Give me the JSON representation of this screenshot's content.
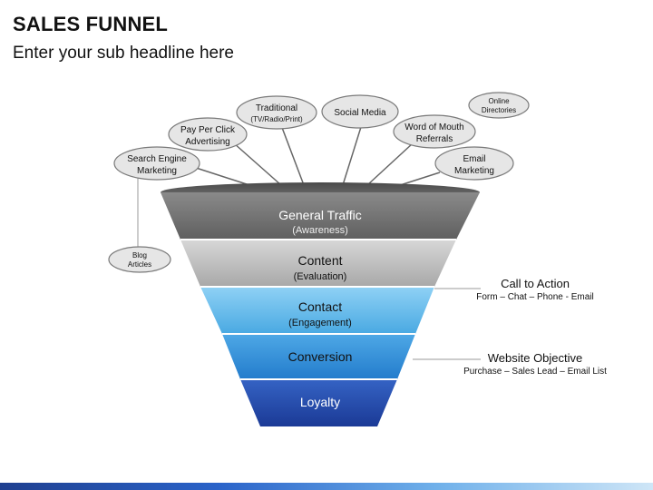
{
  "header": {
    "title": "SALES FUNNEL",
    "subtitle": "Enter your sub headline here"
  },
  "bubbles": {
    "search_engine": [
      "Search Engine",
      "Marketing"
    ],
    "ppc": [
      "Pay Per Click",
      "Advertising"
    ],
    "traditional": [
      "Traditional",
      "(TV/Radio/Print)"
    ],
    "social": [
      "Social Media"
    ],
    "word_of_mouth": [
      "Word of Mouth",
      "Referrals"
    ],
    "online": [
      "Online",
      "Directories"
    ],
    "email": [
      "Email",
      "Marketing"
    ],
    "blog": [
      "Blog",
      "Articles"
    ]
  },
  "stages": [
    {
      "title": "General Traffic",
      "subtitle": "(Awareness)",
      "color": "#6b6b6b"
    },
    {
      "title": "Content",
      "subtitle": "(Evaluation)",
      "color": "#b3b3b3"
    },
    {
      "title": "Contact",
      "subtitle": "(Engagement)",
      "color": "#5db6ea"
    },
    {
      "title": "Conversion",
      "subtitle": "",
      "color": "#2d8fd8"
    },
    {
      "title": "Loyalty",
      "subtitle": "",
      "color": "#2247a8"
    }
  ],
  "side_labels": {
    "call_to_action": {
      "title": "Call to Action",
      "subtitle": "Form – Chat – Phone - Email"
    },
    "website_objective": {
      "title": "Website Objective",
      "subtitle": "Purchase – Sales Lead – Email List"
    }
  }
}
